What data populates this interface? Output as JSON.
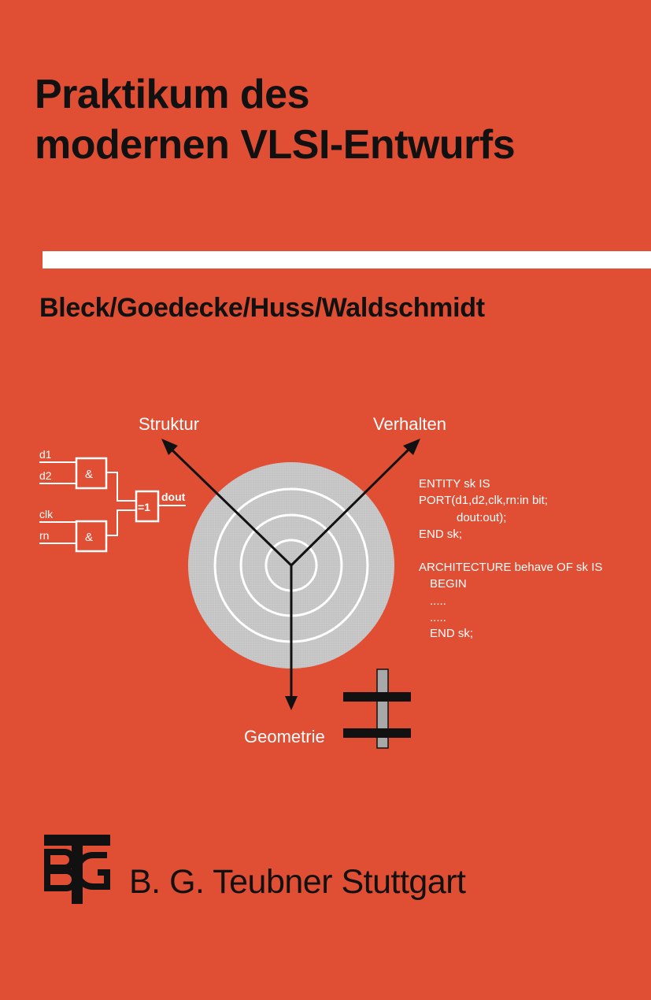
{
  "title": {
    "line1": "Praktikum des",
    "line2": "modernen VLSI-Entwurfs"
  },
  "authors": "Bleck/Goedecke/Huss/Waldschmidt",
  "diagram": {
    "axis_structure": "Struktur",
    "axis_behavior": "Verhalten",
    "axis_geometry": "Geometrie",
    "circuit": {
      "inputs": [
        "d1",
        "d2",
        "clk",
        "rn"
      ],
      "gate_and": "&",
      "gate_xor": "=1",
      "output": "dout"
    },
    "code_lines": [
      "ENTITY sk IS",
      "PORT(d1,d2,clk,rn:in bit;",
      "dout:out);",
      "END sk;",
      "ARCHITECTURE behave OF sk IS",
      "BEGIN",
      ".....",
      ".....",
      "END sk;"
    ]
  },
  "publisher": "B. G. Teubner Stuttgart",
  "logo_letters": "BTG",
  "colors": {
    "background": "#E04E33",
    "text": "#111111",
    "rule": "#ffffff",
    "disc": "#C9C9C9"
  }
}
